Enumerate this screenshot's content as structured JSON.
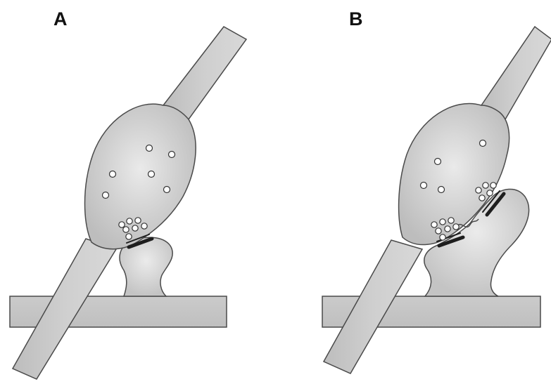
{
  "panels": [
    {
      "label": "A",
      "vesicles_dispersed": 6,
      "vesicles_at_synapse": 7,
      "active_zones": 1,
      "spine_type": "mushroom"
    },
    {
      "label": "B",
      "vesicles_dispersed": 4,
      "vesicles_at_synapse": 12,
      "active_zones": 2,
      "spine_type": "branched"
    }
  ],
  "colors": {
    "neurite_fill": "#c6c6c6",
    "neurite_highlight": "#e6e6e6",
    "outline": "#4a4a4a",
    "synapse_mark": "#1e1e1e",
    "vesicle_fill": "#ffffff",
    "background": "#ffffff"
  }
}
